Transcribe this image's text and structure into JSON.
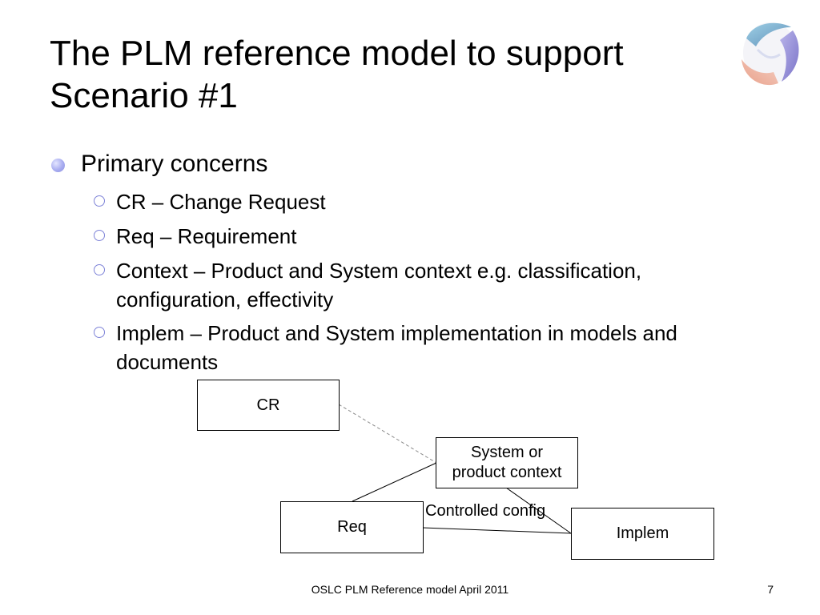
{
  "slide": {
    "title_lines": [
      "The PLM reference model to support",
      "Scenario #1"
    ],
    "logo_icon": "oslc-swirl-logo-icon",
    "bullet": {
      "text": "Primary concerns",
      "sub_items": [
        {
          "lines": [
            "CR – Change Request"
          ]
        },
        {
          "lines": [
            "Req – Requirement"
          ]
        },
        {
          "lines": [
            "Context – Product and System context e.g. classification,",
            "configuration, effectivity"
          ]
        },
        {
          "lines": [
            "Implem – Product and System implementation in models and",
            "documents"
          ]
        }
      ]
    },
    "diagram": {
      "nodes": {
        "cr": {
          "lines": [
            "CR"
          ]
        },
        "context": {
          "lines": [
            "System or",
            "product context"
          ]
        },
        "req": {
          "lines": [
            "Req"
          ]
        },
        "implem": {
          "lines": [
            "Implem"
          ]
        }
      },
      "edge_label": "Controlled config",
      "edges": [
        {
          "from": "cr",
          "to": "context",
          "style": "dashed"
        },
        {
          "from": "context",
          "to": "req",
          "style": "solid"
        },
        {
          "from": "context",
          "to": "implem",
          "style": "solid"
        },
        {
          "from": "req",
          "to": "implem",
          "style": "solid"
        }
      ]
    },
    "footer": "OSLC PLM Reference model April 2011",
    "page_number": "7"
  },
  "colors": {
    "bullet": "#a8acf0",
    "dashed_link": "#8a8a8a"
  }
}
